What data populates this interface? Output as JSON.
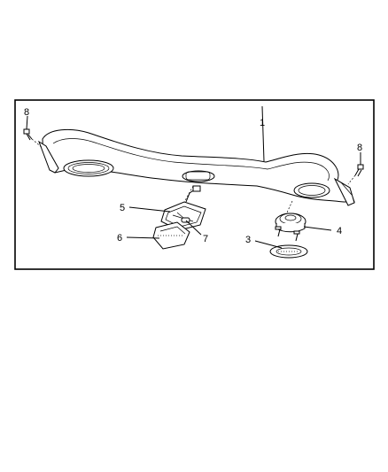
{
  "callouts": {
    "c1": "1",
    "c3": "3",
    "c4": "4",
    "c5": "5",
    "c6": "6",
    "c7": "7",
    "c8_left": "8",
    "c8_right": "8"
  },
  "parts": [
    {
      "callout": "1",
      "icon": "overhead-console-panel-icon"
    },
    {
      "callout": "3",
      "icon": "speaker-grille-icon"
    },
    {
      "callout": "4",
      "icon": "speaker-icon"
    },
    {
      "callout": "5",
      "icon": "lamp-housing-icon"
    },
    {
      "callout": "6",
      "icon": "lamp-lens-icon"
    },
    {
      "callout": "7",
      "icon": "bulb-icon"
    },
    {
      "callout": "8",
      "icon": "screw-icon"
    }
  ]
}
